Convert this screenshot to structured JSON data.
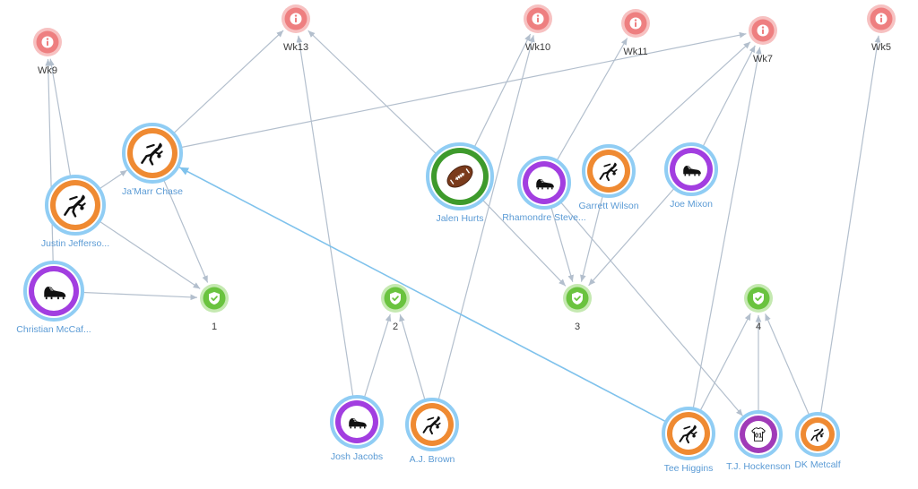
{
  "colors": {
    "edge": "#b3bfcd",
    "edge_highlight": "#7fc2ec",
    "player_ring": "#90cdf4",
    "week": "#ee7f80",
    "group": "#6ac33f",
    "position_colors": {
      "receiver": "#ef8a32",
      "runner": "#a23ee0",
      "quarterback": "#3e9a2c",
      "tight_end": "#a03bb8"
    }
  },
  "weeks": [
    {
      "id": "wk9",
      "label": "Wk9",
      "icon": "alert-icon"
    },
    {
      "id": "wk13",
      "label": "Wk13",
      "icon": "alert-icon"
    },
    {
      "id": "wk10",
      "label": "Wk10",
      "icon": "alert-icon"
    },
    {
      "id": "wk11",
      "label": "Wk11",
      "icon": "alert-icon"
    },
    {
      "id": "wk7",
      "label": "Wk7",
      "icon": "alert-icon"
    },
    {
      "id": "wk5",
      "label": "Wk5",
      "icon": "alert-icon"
    }
  ],
  "groups": [
    {
      "id": "g1",
      "label": "1",
      "icon": "shield-check-icon"
    },
    {
      "id": "g2",
      "label": "2",
      "icon": "shield-check-icon"
    },
    {
      "id": "g3",
      "label": "3",
      "icon": "shield-check-icon"
    },
    {
      "id": "g4",
      "label": "4",
      "icon": "shield-check-icon"
    }
  ],
  "players": [
    {
      "id": "chase",
      "label": "Ja'Marr Chase",
      "icon": "catch-icon",
      "position": "receiver"
    },
    {
      "id": "jefferson",
      "label": "Justin Jefferso...",
      "icon": "catch-icon",
      "position": "receiver"
    },
    {
      "id": "mccaf",
      "label": "Christian McCaf...",
      "icon": "cleat-icon",
      "position": "runner"
    },
    {
      "id": "hurts",
      "label": "Jalen Hurts",
      "icon": "football-icon",
      "position": "quarterback"
    },
    {
      "id": "steve",
      "label": "Rhamondre Steve...",
      "icon": "cleat-icon",
      "position": "runner"
    },
    {
      "id": "wilson",
      "label": "Garrett Wilson",
      "icon": "catch-icon",
      "position": "receiver"
    },
    {
      "id": "mixon",
      "label": "Joe Mixon",
      "icon": "cleat-icon",
      "position": "runner"
    },
    {
      "id": "jacobs",
      "label": "Josh Jacobs",
      "icon": "cleat-icon",
      "position": "runner"
    },
    {
      "id": "brown",
      "label": "A.J. Brown",
      "icon": "catch-icon",
      "position": "receiver"
    },
    {
      "id": "higgins",
      "label": "Tee Higgins",
      "icon": "catch-icon",
      "position": "receiver"
    },
    {
      "id": "hockenson",
      "label": "T.J. Hockenson",
      "icon": "jersey-icon",
      "position": "tight_end",
      "jersey_number": "01"
    },
    {
      "id": "metcalf",
      "label": "DK Metcalf",
      "icon": "catch-icon",
      "position": "receiver"
    }
  ],
  "edges": [
    [
      "jefferson",
      "wk9"
    ],
    [
      "jefferson",
      "chase"
    ],
    [
      "jefferson",
      "g1"
    ],
    [
      "chase",
      "wk13"
    ],
    [
      "chase",
      "wk7"
    ],
    [
      "chase",
      "g1"
    ],
    [
      "mccaf",
      "g1"
    ],
    [
      "mccaf",
      "wk9"
    ],
    [
      "hurts",
      "wk13"
    ],
    [
      "hurts",
      "wk10"
    ],
    [
      "hurts",
      "g3"
    ],
    [
      "steve",
      "wk11"
    ],
    [
      "steve",
      "g3"
    ],
    [
      "steve",
      "hockenson"
    ],
    [
      "wilson",
      "wk7"
    ],
    [
      "wilson",
      "g3"
    ],
    [
      "mixon",
      "wk7"
    ],
    [
      "mixon",
      "g3"
    ],
    [
      "jacobs",
      "wk13"
    ],
    [
      "jacobs",
      "g2"
    ],
    [
      "brown",
      "wk10"
    ],
    [
      "brown",
      "g2"
    ],
    [
      "higgins",
      "wk7"
    ],
    [
      "higgins",
      "g4"
    ],
    [
      "hockenson",
      "g4"
    ],
    [
      "metcalf",
      "g4"
    ],
    [
      "metcalf",
      "wk5"
    ]
  ],
  "highlighted_edges": [
    [
      "higgins",
      "chase"
    ]
  ]
}
